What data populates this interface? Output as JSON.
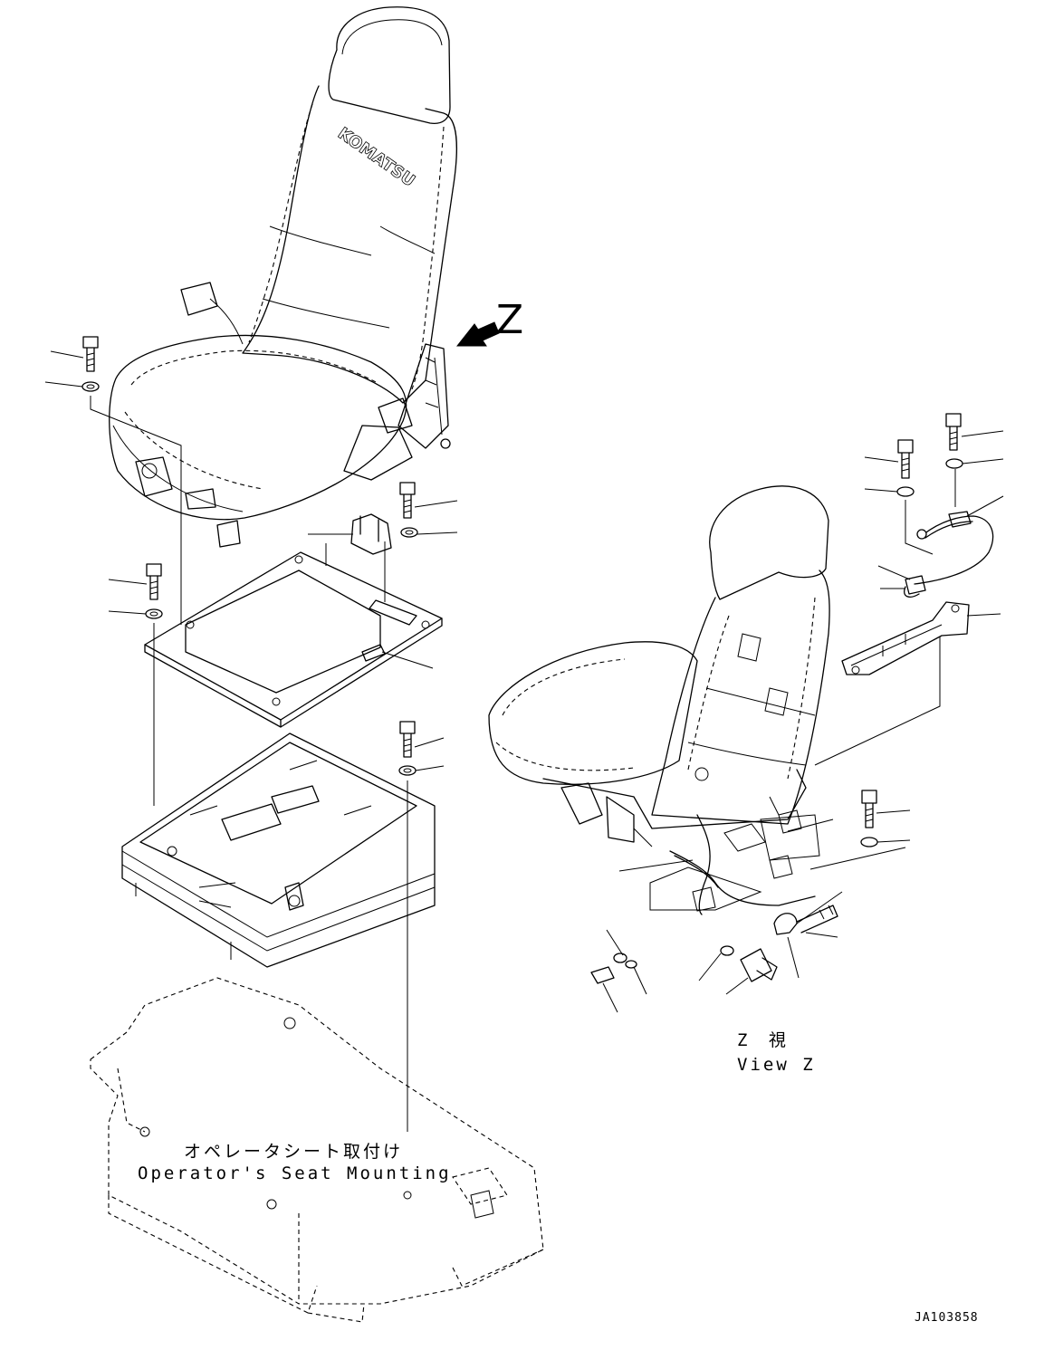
{
  "view_marker": "Z",
  "seat_brand": "KOMATSU",
  "view_caption": {
    "jp": "Z 視",
    "en": "View Z"
  },
  "main_caption": {
    "jp": "オペレータシート取付け",
    "en": "Operator's Seat Mounting"
  },
  "drawing_number": "JA103858"
}
